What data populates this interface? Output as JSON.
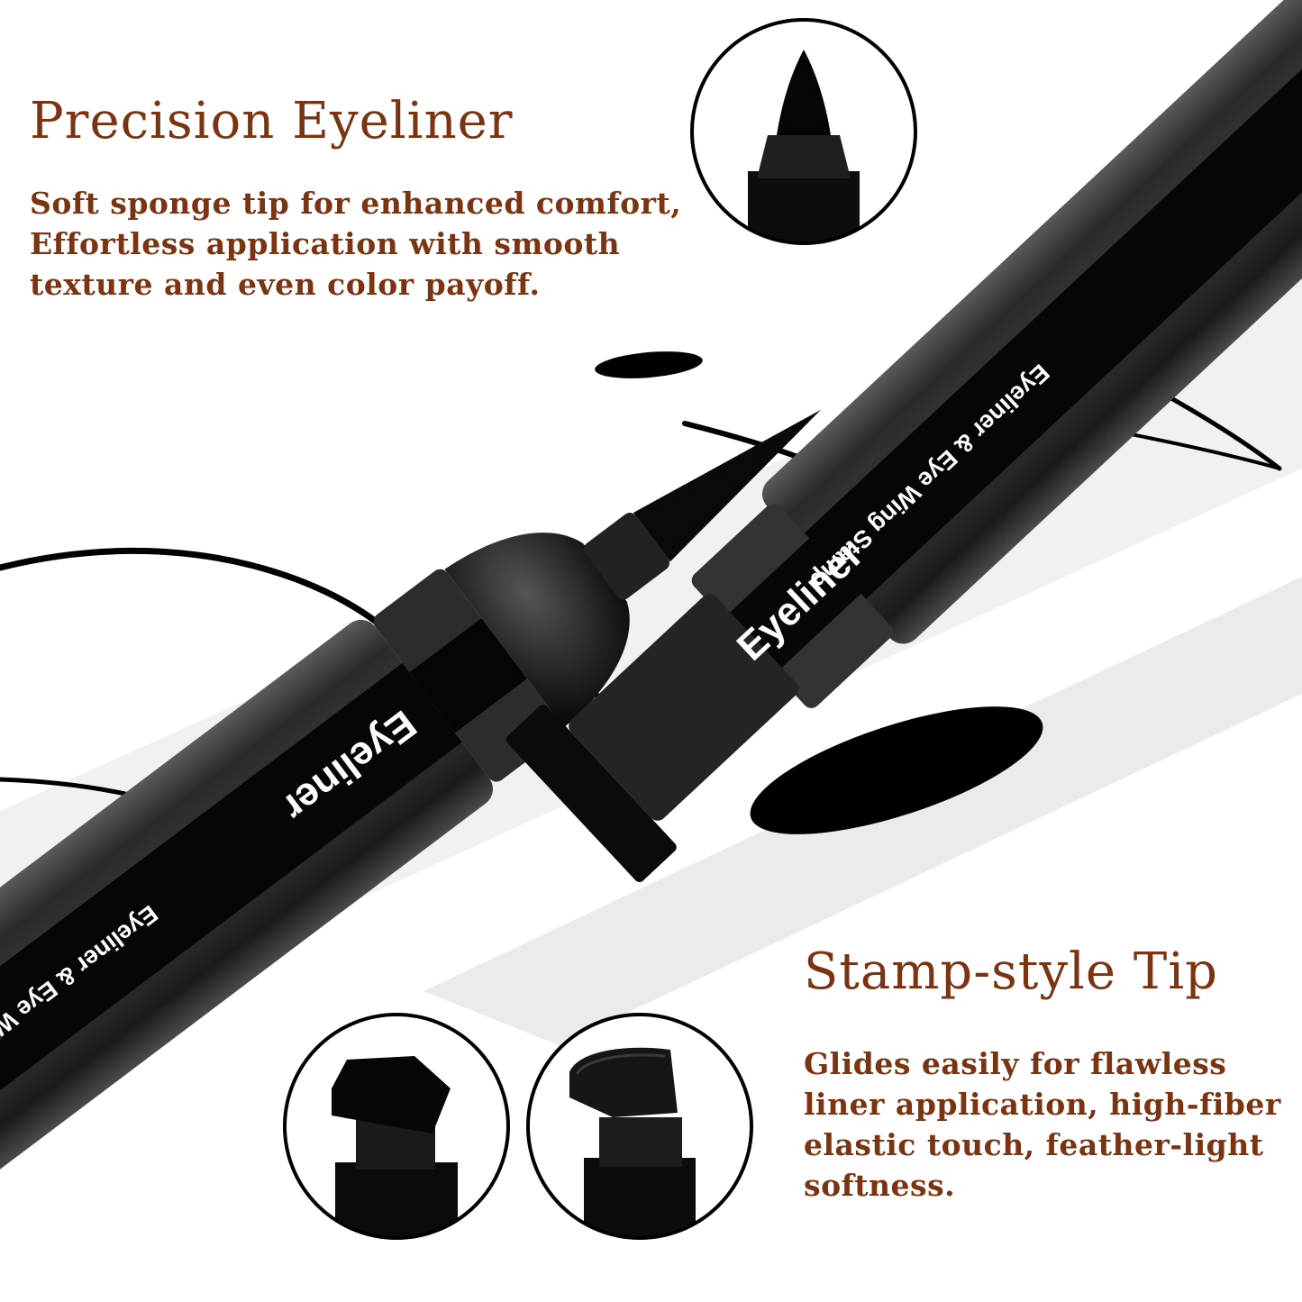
{
  "colors": {
    "text_accent": "#7a3412",
    "pen_body": "#3a3a3a",
    "pen_band": "#050505",
    "ink": "#000000",
    "background": "#ffffff"
  },
  "sections": {
    "precision": {
      "title": "Precision Eyeliner",
      "lines": [
        "Soft sponge tip for enhanced comfort,",
        "Effortless application with smooth",
        "texture and even color payoff."
      ]
    },
    "stamp": {
      "title": "Stamp-style Tip",
      "lines": [
        "Glides easily for flawless",
        "liner application, high-fiber",
        "elastic touch, feather-light",
        "softness."
      ]
    }
  },
  "pen_labels": {
    "brand": "Eyeliner",
    "product": "Eyeliner & Eye Wing Stamp"
  },
  "icons": [
    "liner-tip-closeup-icon",
    "stamp-tip-closeup-icon",
    "stamp-tip-sponge-closeup-icon"
  ]
}
